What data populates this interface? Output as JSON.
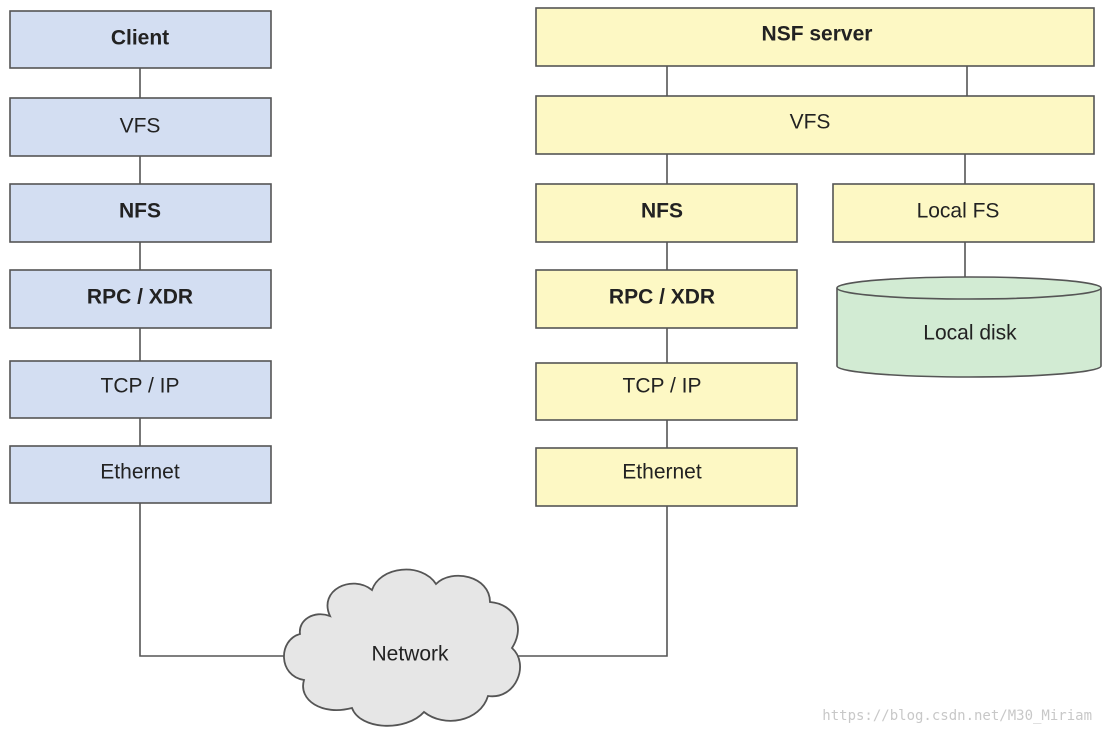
{
  "client": {
    "title": "Client",
    "vfs": "VFS",
    "nfs": "NFS",
    "rpc": "RPC / XDR",
    "tcp": "TCP / IP",
    "ethernet": "Ethernet"
  },
  "server": {
    "title": "NSF server",
    "vfs": "VFS",
    "nfs": "NFS",
    "local_fs": "Local FS",
    "local_disk": "Local disk",
    "rpc": "RPC / XDR",
    "tcp": "TCP / IP",
    "ethernet": "Ethernet"
  },
  "network": "Network",
  "watermark": "https://blog.csdn.net/M30_Miriam",
  "colors": {
    "client_fill": "#d3def2",
    "server_fill": "#fdf8c4",
    "disk_fill": "#d2ebd3",
    "cloud_fill": "#e6e6e6"
  }
}
